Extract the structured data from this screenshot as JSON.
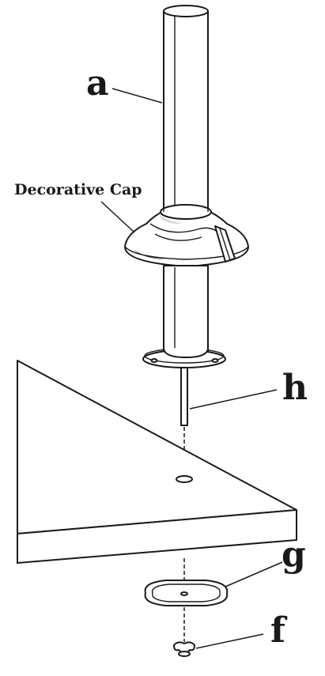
{
  "labels": {
    "a": "a",
    "decorative_cap": "Decorative Cap",
    "h": "h",
    "g": "g",
    "f": "f"
  },
  "colors": {
    "line": "#1a1a1a",
    "background": "#ffffff",
    "shade": "#d9d9d9"
  }
}
